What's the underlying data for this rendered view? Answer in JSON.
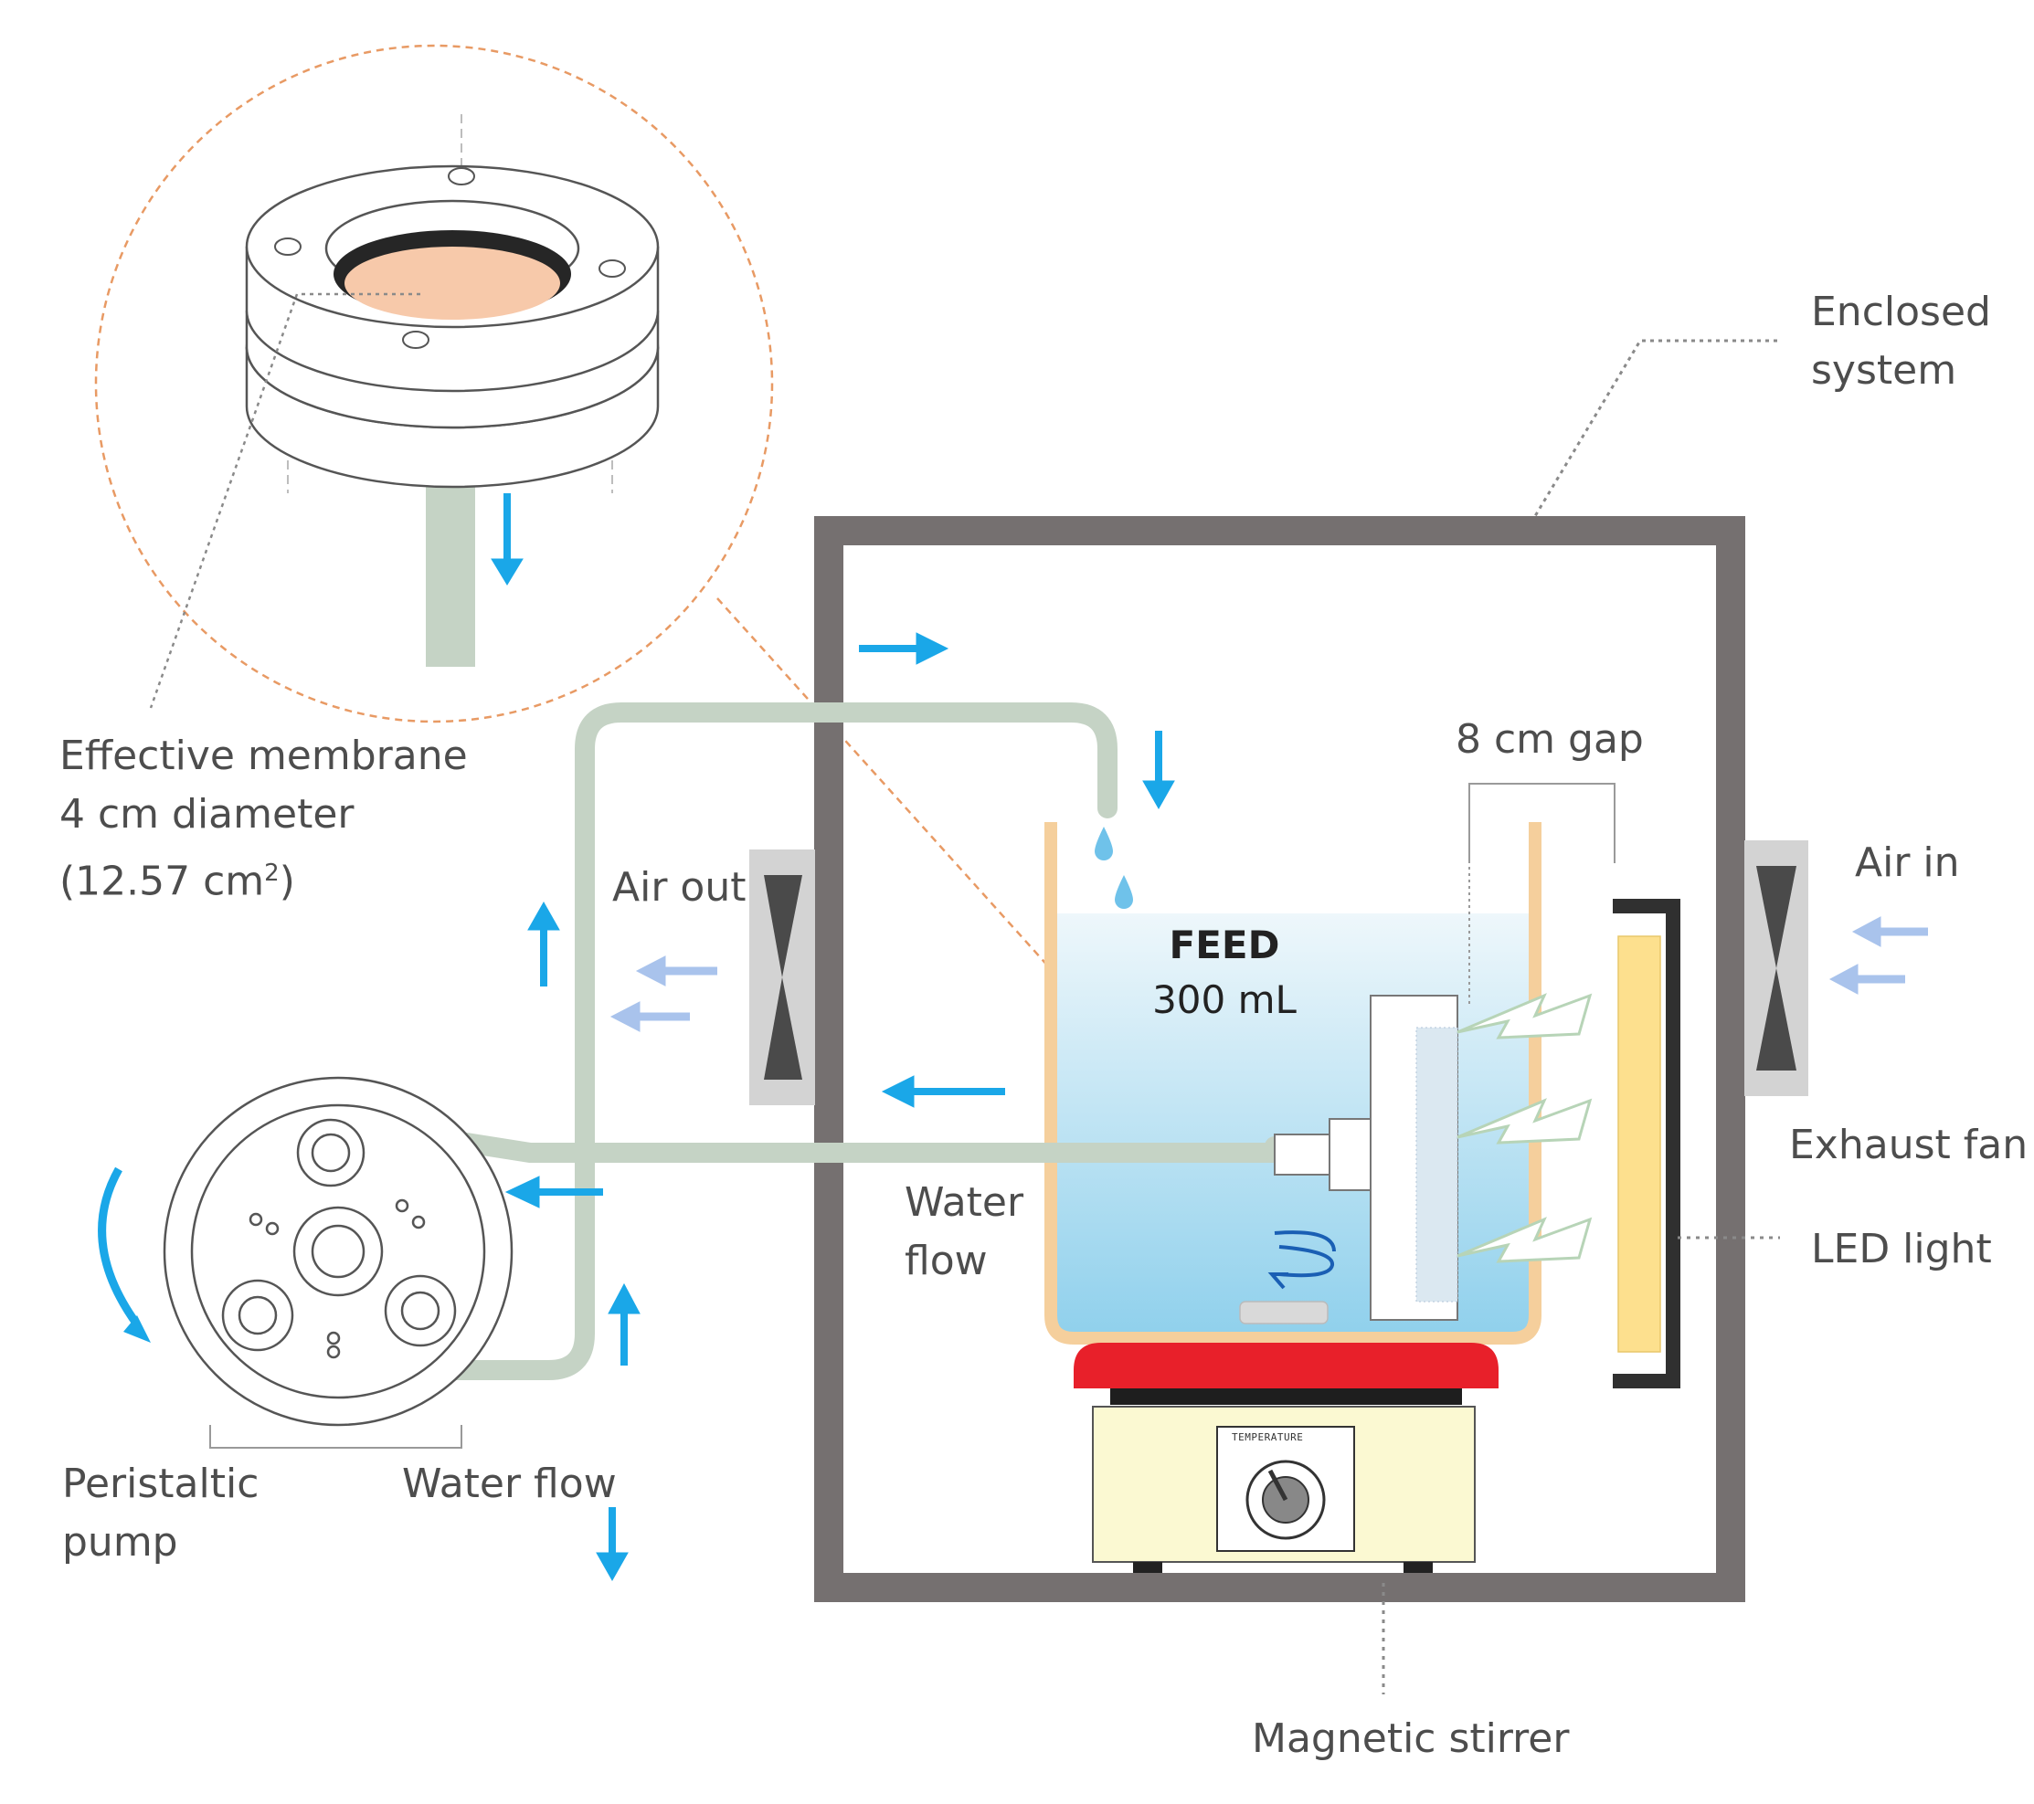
{
  "labels": {
    "enclosed_system": [
      "Enclosed",
      "system"
    ],
    "effective_membrane": [
      "Effective membrane",
      "4 cm diameter",
      "(12.57 cm"
    ],
    "effective_membrane_sup": "2",
    "effective_membrane_close": ")",
    "air_out": "Air out",
    "air_in": "Air in",
    "gap": "8 cm gap",
    "feed_title": "FEED",
    "feed_volume": "300 mL",
    "exhaust_fan": "Exhaust fan",
    "led_light": "LED light",
    "water_flow_inner": [
      "Water",
      "flow"
    ],
    "water_flow_outer": "Water flow",
    "peristaltic_pump": [
      "Peristaltic",
      "pump"
    ],
    "magnetic_stirrer": "Magnetic stirrer",
    "dial_label": "TEMPERATURE"
  },
  "colors": {
    "flow_arrow": "#1aa7e8",
    "air_arrow": "#a9c3ec",
    "enclosure": "#757070",
    "tube": "#c5d3c5",
    "beaker_rim": "#f5cf9c",
    "water_top": "#eaf6fc",
    "water_bottom": "#8fd0ec",
    "membrane": "#f7c9aa",
    "stirrer_top": "#e8202a",
    "stirrer_body": "#fbf9d2",
    "led": "#fde08e",
    "callout": "#e89a64"
  }
}
